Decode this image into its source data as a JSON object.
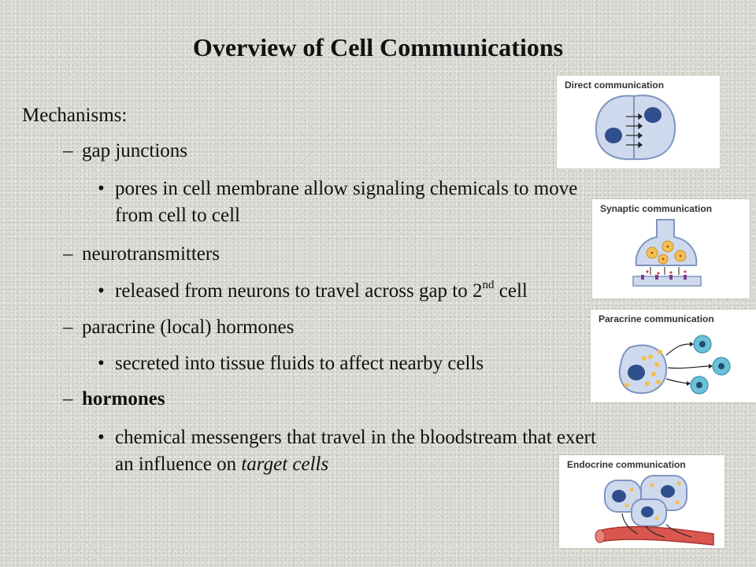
{
  "slide": {
    "title": "Overview of Cell Communications",
    "heading": "Mechanisms:",
    "dash_glyph": "–",
    "bullet_glyph": "•",
    "items": [
      {
        "label": "gap junctions",
        "bullet_lines": [
          "pores in cell membrane allow signaling chemicals to move",
          "from cell to cell"
        ]
      },
      {
        "label": "neurotransmitters",
        "bullet_pre": "released from neurons to travel across gap to 2",
        "bullet_sup": "nd",
        "bullet_post": " cell"
      },
      {
        "label": "paracrine (local) hormones",
        "bullet": "secreted into tissue fluids to affect nearby cells"
      },
      {
        "label": "hormones",
        "bullet_line1": "chemical messengers that travel in the bloodstream that exert",
        "bullet_line2_pre": "an influence on ",
        "bullet_line2_italic": "target cells"
      }
    ]
  },
  "panels": {
    "direct": "Direct communication",
    "synaptic": "Synaptic communication",
    "paracrine": "Paracrine communication",
    "endocrine": "Endocrine communication"
  },
  "colors": {
    "cell_fill": "#cfd9ee",
    "cell_stroke": "#7f95bf",
    "nucleus": "#2f4f8c",
    "vesicle": "#f2c14e",
    "target_cell": "#6cc0d9",
    "vessel": "#d9574f"
  }
}
